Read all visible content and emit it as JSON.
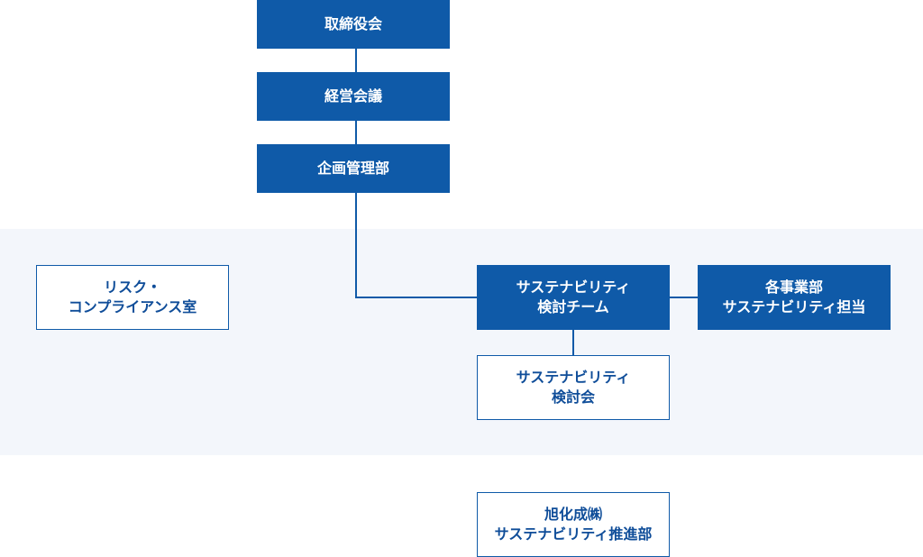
{
  "org_chart": {
    "board": {
      "label": "取締役会"
    },
    "management_meeting": {
      "label": "経営会議"
    },
    "corporate_planning": {
      "label": "企画管理部"
    },
    "risk_compliance": {
      "line1": "リスク・",
      "line2": "コンプライアンス室"
    },
    "sustainability_team": {
      "line1": "サステナビリティ",
      "line2": "検討チーム"
    },
    "division_sustainability": {
      "line1": "各事業部",
      "line2": "サステナビリティ担当"
    },
    "sustainability_committee": {
      "line1": "サステナビリティ",
      "line2": "検討会"
    },
    "asahi_kasei_promotion": {
      "line1": "旭化成㈱",
      "line2": "サステナビリティ推進部"
    }
  },
  "colors": {
    "primary_blue": "#0f5aa8",
    "text_blue": "#0f4d99",
    "band_background": "#f3f6fb",
    "white": "#ffffff"
  }
}
